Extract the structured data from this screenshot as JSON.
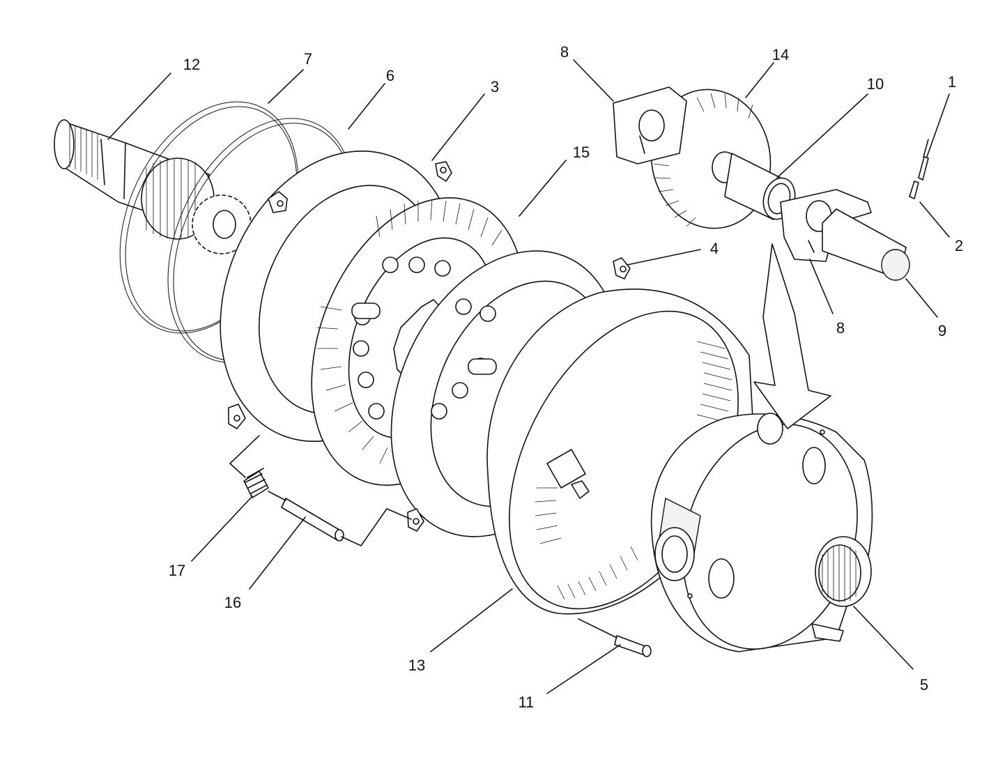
{
  "callouts": [
    {
      "id": "1",
      "text": "1"
    },
    {
      "id": "2",
      "text": "2"
    },
    {
      "id": "3",
      "text": "3"
    },
    {
      "id": "4",
      "text": "4"
    },
    {
      "id": "5",
      "text": "5"
    },
    {
      "id": "6",
      "text": "6"
    },
    {
      "id": "7",
      "text": "7"
    },
    {
      "id": "8a",
      "text": "8"
    },
    {
      "id": "8b",
      "text": "8"
    },
    {
      "id": "9",
      "text": "9"
    },
    {
      "id": "10",
      "text": "10"
    },
    {
      "id": "11",
      "text": "11"
    },
    {
      "id": "12",
      "text": "12"
    },
    {
      "id": "13",
      "text": "13"
    },
    {
      "id": "14",
      "text": "14"
    },
    {
      "id": "15",
      "text": "15"
    },
    {
      "id": "16",
      "text": "16"
    },
    {
      "id": "17",
      "text": "17"
    }
  ]
}
